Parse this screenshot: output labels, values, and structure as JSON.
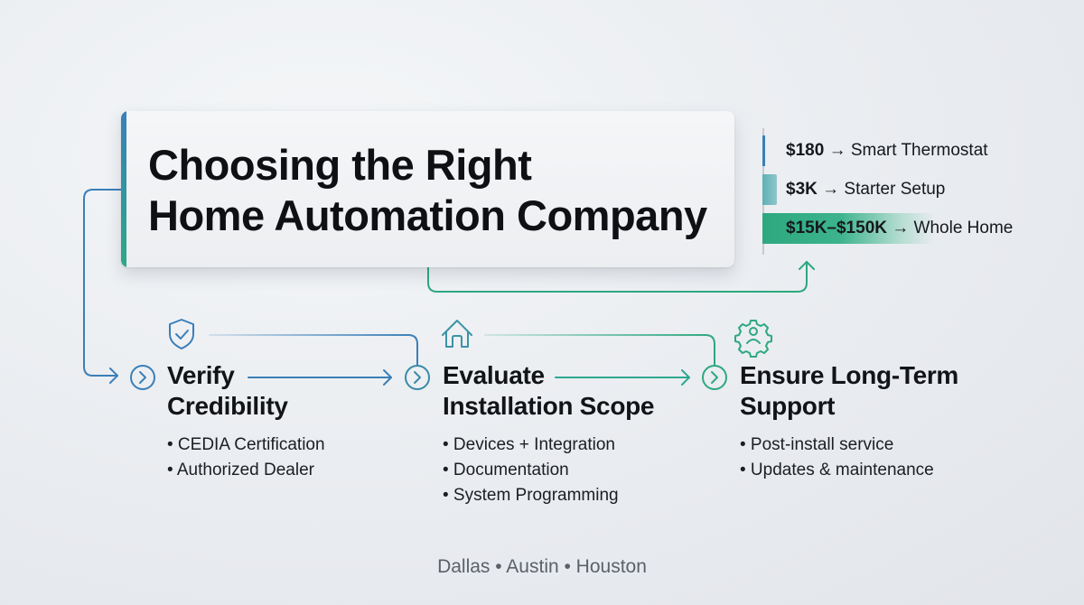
{
  "title": {
    "line1": "Choosing the Right",
    "line2": "Home Automation Company"
  },
  "price_tiers": [
    {
      "price": "$180",
      "arrow": "→",
      "label": "Smart Thermostat",
      "color": "#3a7fb8"
    },
    {
      "price": "$3K",
      "arrow": "→",
      "label": "Starter Setup",
      "color": "#4fa3b0"
    },
    {
      "price": "$15K–$150K",
      "arrow": "→",
      "label": "Whole Home",
      "color": "#2ea87f"
    }
  ],
  "steps": [
    {
      "icon": "shield-check-icon",
      "title_line1": "Verify",
      "title_line2": "Credibility",
      "bullets": [
        "• CEDIA Certification",
        "• Authorized Dealer"
      ],
      "color": "#3a7fb8"
    },
    {
      "icon": "house-icon",
      "title_line1": "Evaluate",
      "title_line2": "Installation Scope",
      "bullets": [
        "• Devices + Integration",
        "• Documentation",
        "• System Programming"
      ],
      "color": "#3a93a6"
    },
    {
      "icon": "gear-user-icon",
      "title_line1": "Ensure Long-Term",
      "title_line2": "Support",
      "bullets": [
        "• Post-install service",
        "• Updates & maintenance"
      ],
      "color": "#2ea87f"
    }
  ],
  "footer": {
    "locations": "Dallas • Austin • Houston"
  },
  "colors": {
    "blue": "#3a7fb8",
    "teal": "#2ea87f",
    "background": "#e9ecf0"
  }
}
